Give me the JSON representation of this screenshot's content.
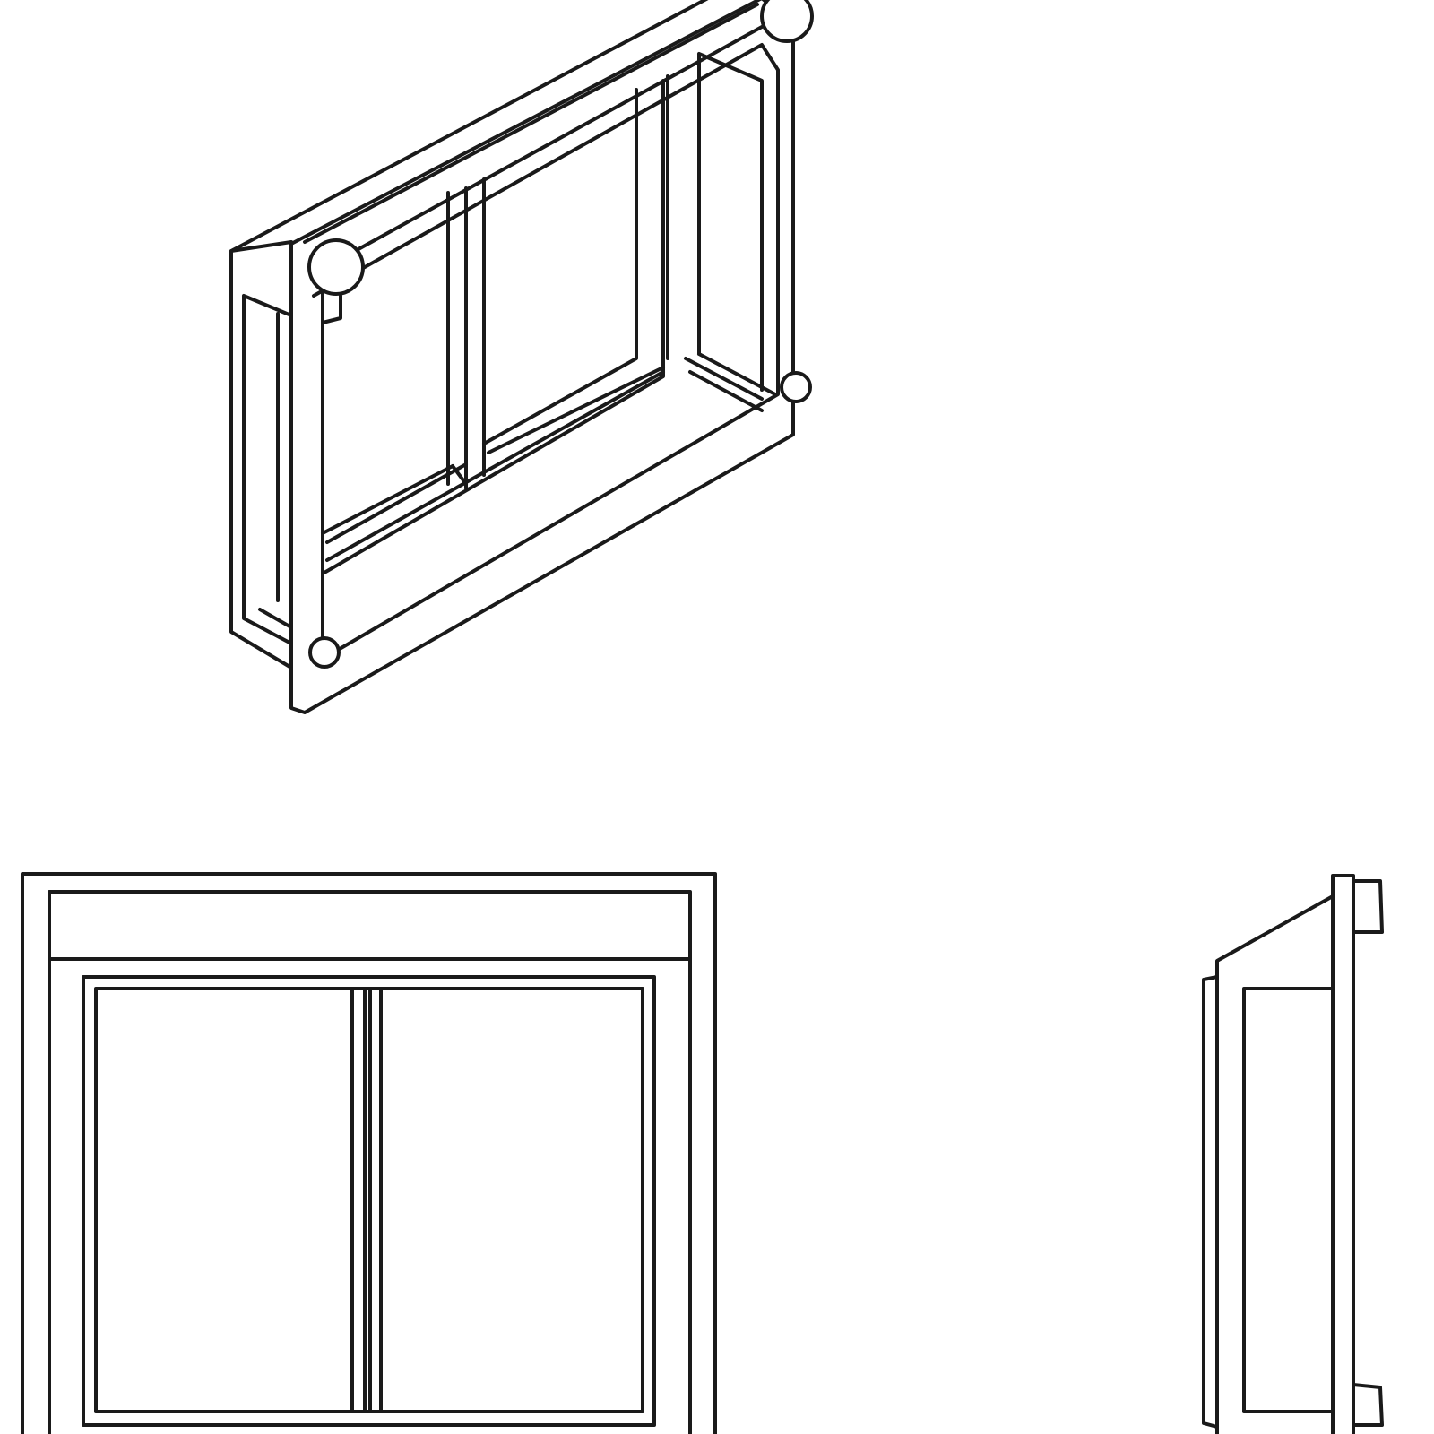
{
  "drawing": {
    "views": [
      "isometric-view",
      "front-view",
      "side-view"
    ],
    "colors": {
      "line": "#1a1a1a",
      "background": "#ffffff"
    }
  }
}
